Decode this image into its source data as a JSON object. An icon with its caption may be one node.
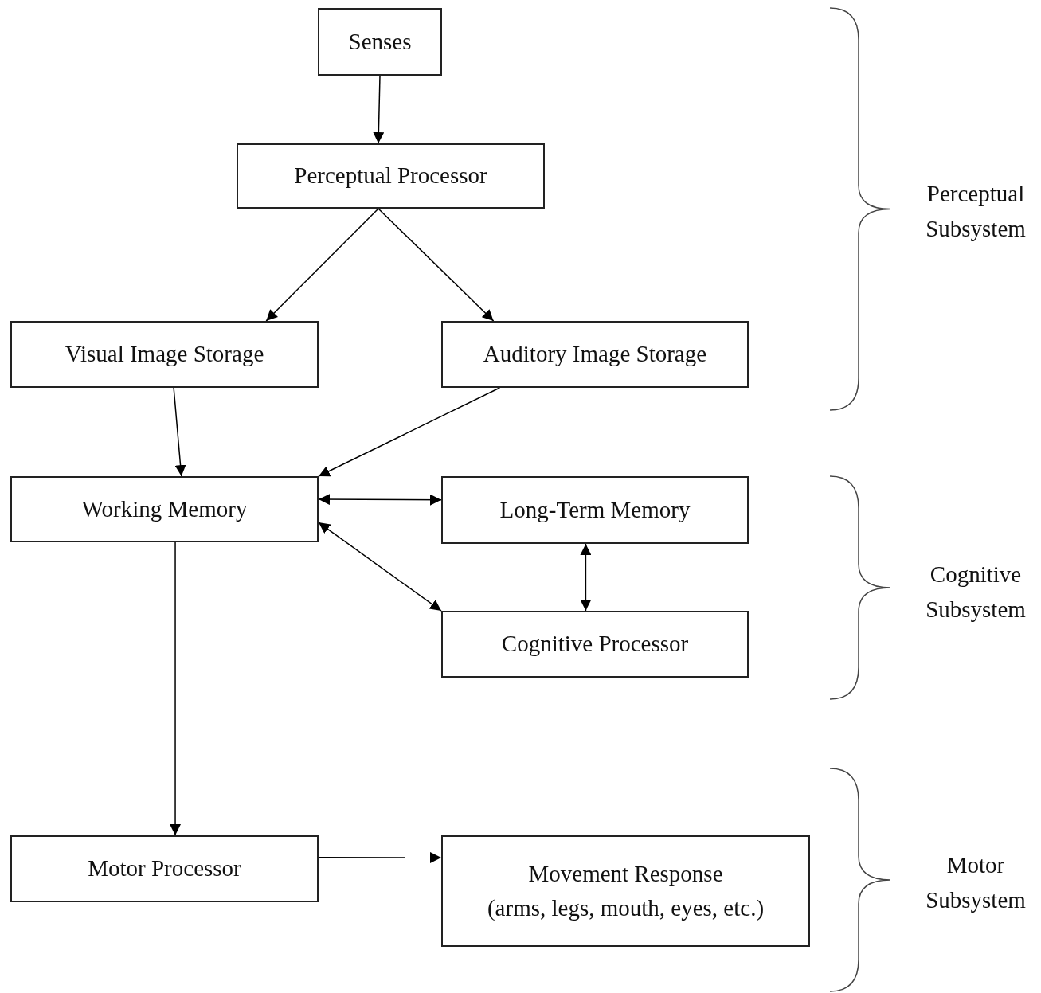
{
  "diagram": {
    "nodes": [
      {
        "text": [
          "Senses"
        ]
      },
      {
        "text": [
          "Perceptual Processor"
        ]
      },
      {
        "text": [
          "Visual Image Storage"
        ]
      },
      {
        "text": [
          "Auditory Image Storage"
        ]
      },
      {
        "text": [
          "Working Memory"
        ]
      },
      {
        "text": [
          "Long-Term Memory"
        ]
      },
      {
        "text": [
          "Cognitive Processor"
        ]
      },
      {
        "text": [
          "Motor Processor"
        ]
      },
      {
        "text": [
          "Movement Response",
          "(arms, legs, mouth, eyes, etc.)"
        ]
      }
    ],
    "edges": [
      {
        "from": 0,
        "to": 1,
        "arrow": "to"
      },
      {
        "from": 1,
        "to": 2,
        "arrow": "to"
      },
      {
        "from": 1,
        "to": 3,
        "arrow": "to"
      },
      {
        "from": 2,
        "to": 4,
        "arrow": "to"
      },
      {
        "from": 3,
        "to": 4,
        "arrow": "to"
      },
      {
        "from": 4,
        "to": 5,
        "arrow": "both"
      },
      {
        "from": 4,
        "to": 6,
        "arrow": "both"
      },
      {
        "from": 5,
        "to": 6,
        "arrow": "both"
      },
      {
        "from": 4,
        "to": 7,
        "arrow": "to"
      },
      {
        "from": 7,
        "to": 8,
        "arrow": "to"
      }
    ],
    "labels": [
      "Perceptual Subsystem",
      "Cognitive Subsystem",
      "Motor Subsystem"
    ]
  }
}
